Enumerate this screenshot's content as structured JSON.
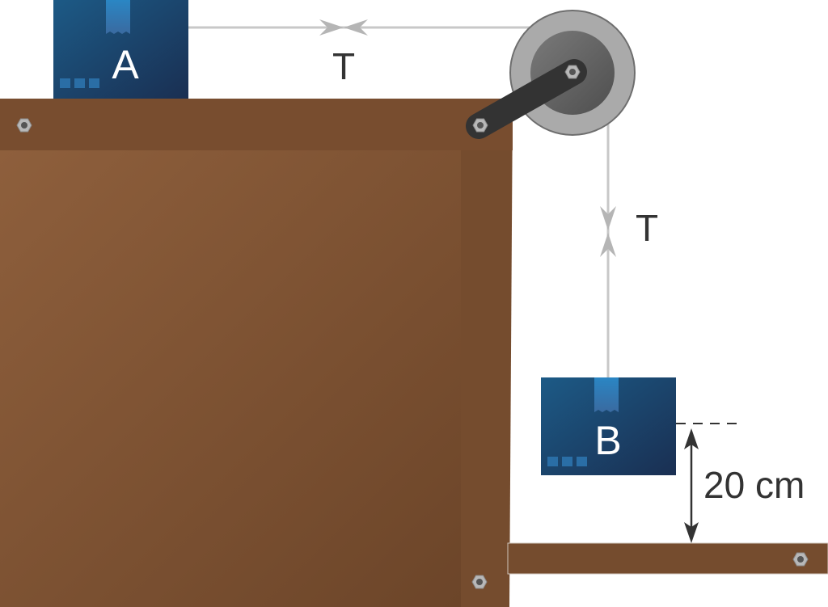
{
  "labels": {
    "block_a": "A",
    "block_b": "B",
    "tension_horizontal": "T",
    "tension_vertical": "T",
    "height": "20 cm"
  },
  "colors": {
    "wood": "#7a4e30",
    "wood_light": "#8e5f3c",
    "box": "#1b4a73",
    "box_tape": "#2a7bb8",
    "rope": "#c8c8c8",
    "pulley_outer": "#a9a9a9",
    "pulley_inner": "#646464",
    "arm": "#333333",
    "text": "#333333"
  }
}
